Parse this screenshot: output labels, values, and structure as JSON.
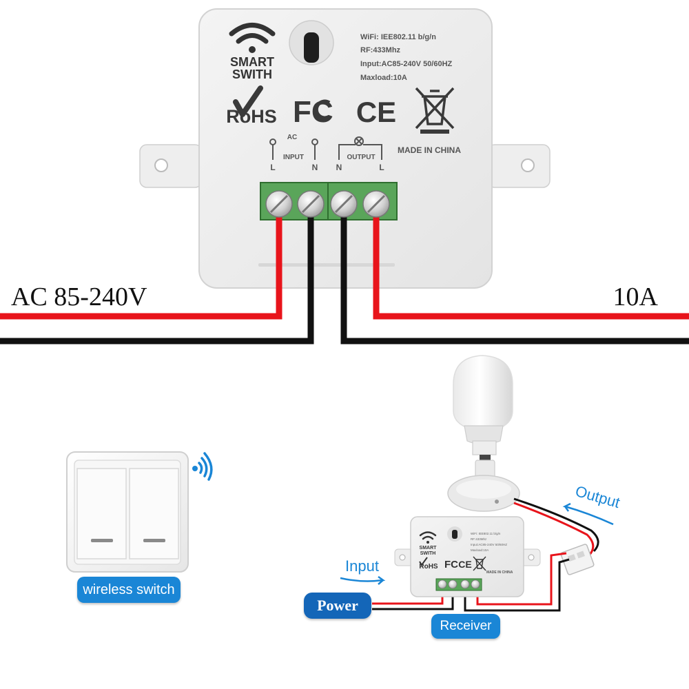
{
  "main_module": {
    "brand_line1": "SMART",
    "brand_line2": "SWITH",
    "spec_wifi": "WiFi: IEE802.11 b/g/n",
    "spec_rf": "RF:433Mhz",
    "spec_input": "Input:AC85-240V 50/60HZ",
    "spec_maxload": "Maxload:10A",
    "cert_rohs": "RoHS",
    "cert_fcc": "FC",
    "cert_ce": "CE",
    "ac_label": "AC",
    "input_label": "INPUT",
    "output_label": "OUTPUT",
    "terminal_l": "L",
    "terminal_n": "N",
    "made_in": "MADE IN CHINA"
  },
  "wires": {
    "left_label": "AC 85-240V",
    "right_label": "10A"
  },
  "diagram": {
    "input_label": "Input",
    "output_label": "Output",
    "power_label": "Power",
    "receiver_label": "Receiver",
    "wireless_switch_label": "wireless switch"
  },
  "small_module": {
    "spec_wifi": "WiFi: IEE802.11 b/g/n",
    "spec_rf": "RF:433Mhz",
    "spec_input": "Input:AC85-240V 50/60HZ",
    "spec_maxload": "Maxload:10A",
    "brand_line1": "SMART",
    "brand_line2": "SWITH",
    "cert_rohs": "RoHS",
    "cert_fcc": "FC",
    "cert_ce": "CE",
    "made_in": "MADE IN CHINA"
  },
  "colors": {
    "wire_red": "#e8141b",
    "wire_black": "#111111",
    "terminal_green": "#5aa55a",
    "accent_blue": "#1a86d6",
    "power_blue": "#1466b8"
  }
}
